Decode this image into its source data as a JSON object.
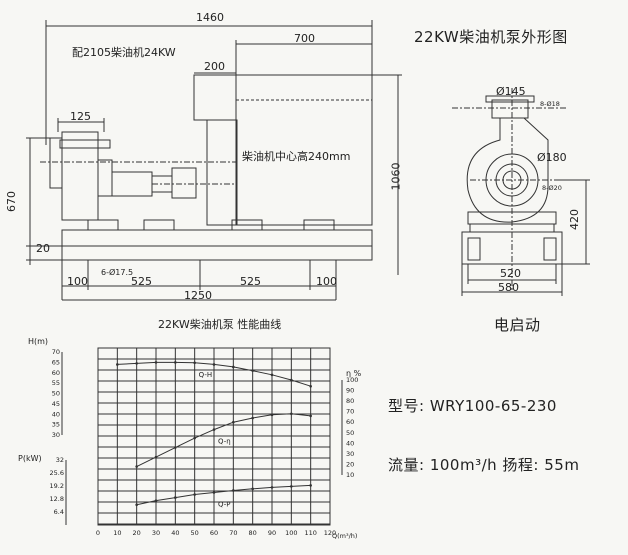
{
  "title": "22KW柴油机泵外形图",
  "side_view": {
    "engine_label": "配2105柴油机24KW",
    "center_height_label": "柴油机中心高240mm",
    "dims": {
      "overall_length": "1460",
      "engine_length": "700",
      "tank_width": "200",
      "pump_width": "125",
      "height_left": "670",
      "height_right": "1060",
      "base_height": "20",
      "bolt_holes": "6-Ø17.5",
      "edge_left": "100",
      "span_left": "525",
      "span_right": "525",
      "edge_right": "100",
      "base_length": "1250"
    }
  },
  "front_view": {
    "dims": {
      "outlet_dia": "Ø145",
      "outlet_holes": "8-Ø18",
      "inlet_dia": "Ø180",
      "inlet_holes": "8-Ø20",
      "center_height": "420",
      "foot_width": "520",
      "base_width": "580"
    }
  },
  "start_mode": "电启动",
  "model_line": "型号: WRY100-65-230",
  "spec_line": "流量: 100m³/h     扬程: 55m",
  "chart_data": {
    "type": "line",
    "title": "22KW柴油机泵 性能曲线",
    "xlabel": "Q(m³/h)",
    "x_ticks": [
      0,
      10,
      20,
      30,
      40,
      50,
      60,
      70,
      80,
      90,
      100,
      110,
      120
    ],
    "axes": {
      "H": {
        "label": "H(m)",
        "ticks": [
          30,
          35,
          40,
          45,
          50,
          55,
          60,
          65,
          70
        ],
        "range": [
          30,
          70
        ]
      },
      "eta": {
        "label": "η %",
        "ticks": [
          10,
          20,
          30,
          40,
          50,
          60,
          70,
          80,
          90,
          100
        ],
        "range": [
          10,
          100
        ]
      },
      "P": {
        "label": "P(kW)",
        "ticks": [
          6.4,
          12.8,
          19.2,
          25.6,
          32
        ],
        "range": [
          0,
          32
        ]
      }
    },
    "series": [
      {
        "name": "Q-H",
        "axis": "H",
        "x": [
          10,
          20,
          30,
          40,
          50,
          60,
          70,
          80,
          90,
          100,
          110
        ],
        "y": [
          64,
          64.5,
          65,
          65,
          64.8,
          64,
          62.8,
          61,
          59,
          56.5,
          53.5
        ]
      },
      {
        "name": "Q-η",
        "axis": "eta",
        "x": [
          20,
          30,
          40,
          50,
          60,
          70,
          80,
          90,
          100,
          110
        ],
        "y": [
          18,
          27,
          36,
          45,
          53,
          60,
          64,
          67,
          68,
          66
        ]
      },
      {
        "name": "Q-P",
        "axis": "P",
        "x": [
          20,
          30,
          40,
          50,
          60,
          70,
          80,
          90,
          100,
          110
        ],
        "y": [
          10,
          12,
          13.5,
          15,
          16,
          17,
          17.8,
          18.5,
          19,
          19.5
        ]
      }
    ],
    "series_labels": [
      "Q-H",
      "Q-η",
      "Q-P"
    ],
    "grid": true
  }
}
